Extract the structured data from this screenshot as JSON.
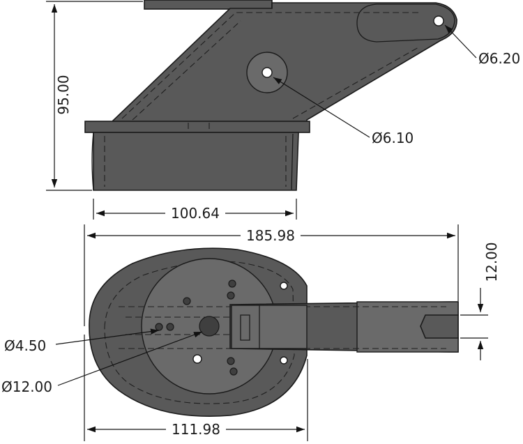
{
  "dimensions": {
    "height_side": "95.00",
    "base_width_side": "100.64",
    "overall_length": "185.98",
    "slot_width": "12.00",
    "base_width_top": "111.98",
    "hole_arm_end": "Ø6.20",
    "hole_arm_mid": "Ø6.10",
    "hole_small": "Ø4.50",
    "hole_center": "Ø12.00"
  },
  "colors": {
    "part_fill": "#595959",
    "line": "#1a1a1a",
    "background": "#ffffff"
  }
}
